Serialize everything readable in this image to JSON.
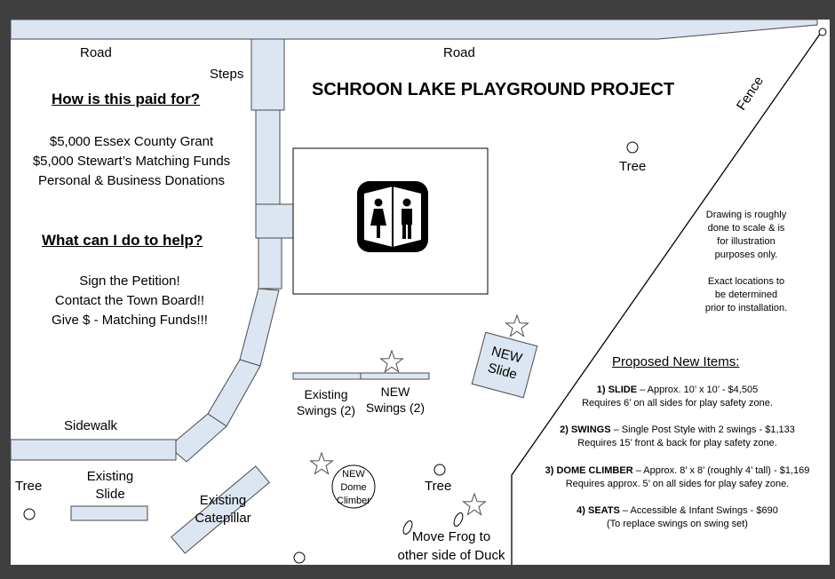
{
  "title": "SCHROON LAKE PLAYGROUND PROJECT",
  "labels": {
    "road_left": "Road",
    "road_right": "Road",
    "steps": "Steps",
    "fence": "Fence",
    "tree_top": "Tree",
    "sidewalk": "Sidewalk",
    "tree_left": "Tree",
    "existing_slide": [
      "Existing",
      "Slide"
    ],
    "existing_catepillar": [
      "Existing",
      "Catepillar"
    ],
    "existing_swings": [
      "Existing",
      "Swings (2)"
    ],
    "new_swings": [
      "NEW",
      "Swings (2)"
    ],
    "new_slide": [
      "NEW",
      "Slide"
    ],
    "new_dome": [
      "NEW",
      "Dome",
      "Climber"
    ],
    "tree_bottom": "Tree",
    "move_frog": [
      "Move Frog to",
      "other side of Duck"
    ]
  },
  "funding": {
    "heading": "How is this paid for?",
    "lines": [
      "$5,000 Essex County Grant",
      "$5,000 Stewart’s Matching Funds",
      "Personal & Business Donations"
    ]
  },
  "help": {
    "heading": "What can I do to help?",
    "lines": [
      "Sign the Petition!",
      "Contact the Town Board!!",
      "Give $ - Matching Funds!!!"
    ]
  },
  "note": {
    "lines": [
      "Drawing is roughly",
      "done to scale & is",
      "for illustration",
      "purposes only.",
      "",
      "Exact locations to",
      "be determined",
      "prior to installation."
    ]
  },
  "proposed": {
    "heading": "Proposed New Items:",
    "items": [
      {
        "label": "1) SLIDE",
        "line1_rest": " – Approx. 10’ x 10’ - $4,505",
        "line2": "Requires 6’ on all sides for play safety zone."
      },
      {
        "label": "2) SWINGS",
        "line1_rest": " – Single Post Style with 2 swings - $1,133",
        "line2": "Requires 15’ front & back for play safety zone."
      },
      {
        "label": "3) DOME CLIMBER",
        "line1_rest": " – Approx. 8’ x 8’ (roughly 4’ tall) - $1,169",
        "line2": "Requires approx. 5’ on all sides for play safey zone."
      },
      {
        "label": "4) SEATS",
        "line1_rest": " – Accessible & Infant Swings - $690",
        "line2": "(To replace swings on swing set)"
      }
    ]
  },
  "colors": {
    "shape_fill": "#dce6f2",
    "shape_stroke": "#4a4a4a",
    "ink": "#000000",
    "window_bg": "#3f3f3f"
  },
  "icons": {
    "restroom": "restroom-icon",
    "new_item": "star-icon",
    "tree": "tree-circle-icon"
  }
}
